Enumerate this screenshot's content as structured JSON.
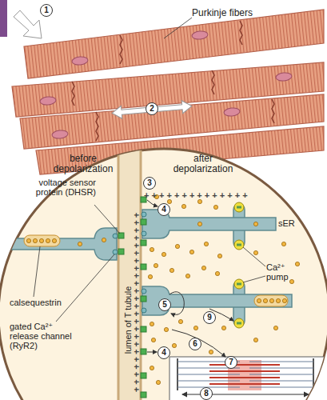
{
  "diagram": {
    "labels": [
      "1",
      "Purkinje fibers",
      "2",
      "before depolarization",
      "after depolarization",
      "3",
      "+ + + + + + + + + + + + + +",
      "4",
      "voltage sensor protein (DHSR)",
      "sER",
      "calsequestrin",
      "lumen of T tubule",
      "Ca²⁺ pump",
      "5",
      "9",
      "6",
      "gated Ca²⁺ release channel (RyR2)",
      "7",
      "4",
      "8",
      "+ + + + + + + + + + + + + + + + + + + + + + + +"
    ]
  }
}
